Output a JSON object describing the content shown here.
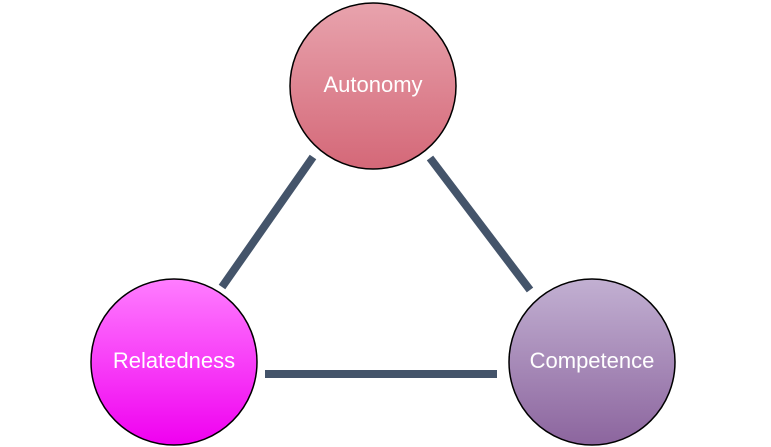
{
  "diagram": {
    "nodes": {
      "autonomy": {
        "label": "Autonomy",
        "fill_top": "#e8a3ad",
        "fill_bottom": "#d46878"
      },
      "relatedness": {
        "label": "Relatedness",
        "fill_top": "#ff7dff",
        "fill_bottom": "#f000f0"
      },
      "competence": {
        "label": "Competence",
        "fill_top": "#c2b0d2",
        "fill_bottom": "#8c659e"
      }
    },
    "edges": [
      {
        "from": "autonomy",
        "to": "relatedness"
      },
      {
        "from": "autonomy",
        "to": "competence"
      },
      {
        "from": "relatedness",
        "to": "competence"
      }
    ],
    "colors": {
      "edge": "#44546a",
      "node_outline": "#000000",
      "label": "#ffffff"
    }
  }
}
